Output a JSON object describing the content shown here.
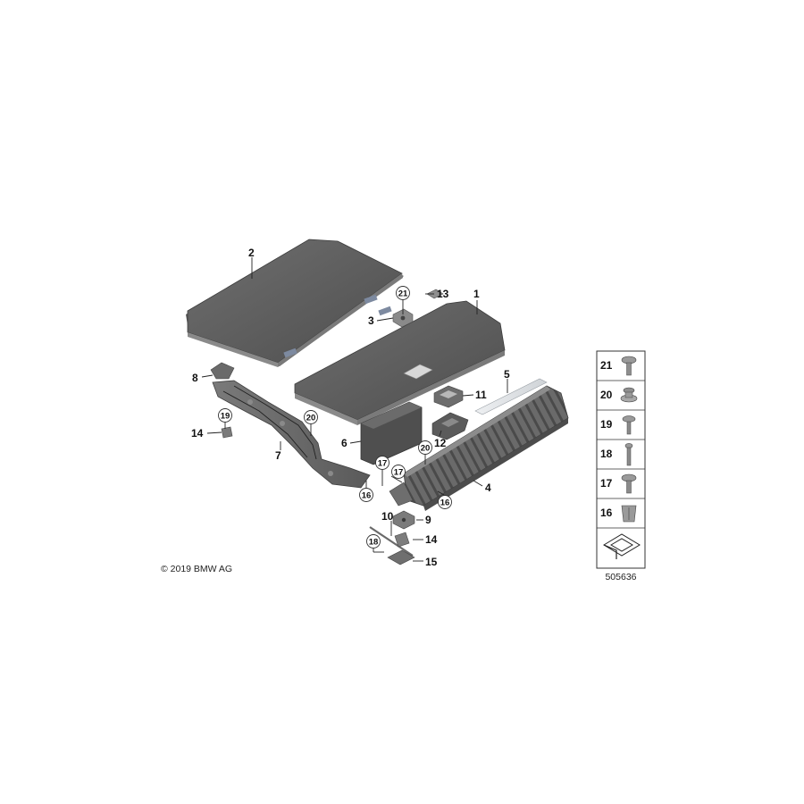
{
  "diagram": {
    "parts": [
      {
        "label": "1"
      },
      {
        "label": "2"
      },
      {
        "label": "3"
      },
      {
        "label": "4"
      },
      {
        "label": "5"
      },
      {
        "label": "6"
      },
      {
        "label": "7"
      },
      {
        "label": "8"
      },
      {
        "label": "9"
      },
      {
        "label": "10"
      },
      {
        "label": "11"
      },
      {
        "label": "12"
      },
      {
        "label": "13"
      },
      {
        "label": "14"
      },
      {
        "label": "14"
      },
      {
        "label": "15"
      }
    ],
    "callouts": [
      {
        "label": "21"
      },
      {
        "label": "19"
      },
      {
        "label": "20"
      },
      {
        "label": "20"
      },
      {
        "label": "17"
      },
      {
        "label": "17"
      },
      {
        "label": "16"
      },
      {
        "label": "16"
      },
      {
        "label": "18"
      }
    ],
    "fastener_table": [
      {
        "label": "21"
      },
      {
        "label": "20"
      },
      {
        "label": "19"
      },
      {
        "label": "18"
      },
      {
        "label": "17"
      },
      {
        "label": "16"
      }
    ],
    "copyright": "© 2019 BMW AG",
    "diagram_number": "505636"
  }
}
